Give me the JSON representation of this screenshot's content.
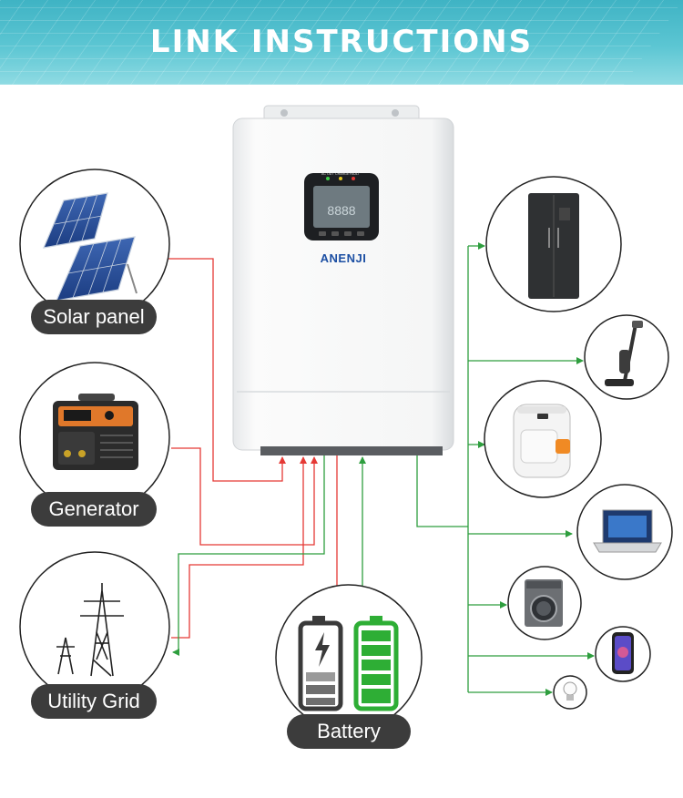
{
  "header": {
    "title": "LINK INSTRUCTIONS"
  },
  "inverter": {
    "brand": "ANENJI",
    "indicators": [
      "AC OUT",
      "CHARGE",
      "FAULT"
    ],
    "display_digits": "8888"
  },
  "sources": [
    {
      "label": "Solar panel",
      "icon": "solar-panel-icon"
    },
    {
      "label": "Generator",
      "icon": "generator-icon"
    },
    {
      "label": "Utility Grid",
      "icon": "utility-grid-icon"
    }
  ],
  "storage": {
    "label": "Battery",
    "icon": "battery-icon"
  },
  "loads": [
    "refrigerator-icon",
    "vacuum-cleaner-icon",
    "air-fryer-icon",
    "laptop-icon",
    "washing-machine-icon",
    "smartphone-icon",
    "light-bulb-icon"
  ],
  "colors": {
    "input_line": "#e53935",
    "output_line": "#2e9e3e",
    "banner": "#4fbccb",
    "pill": "#3c3c3c"
  }
}
